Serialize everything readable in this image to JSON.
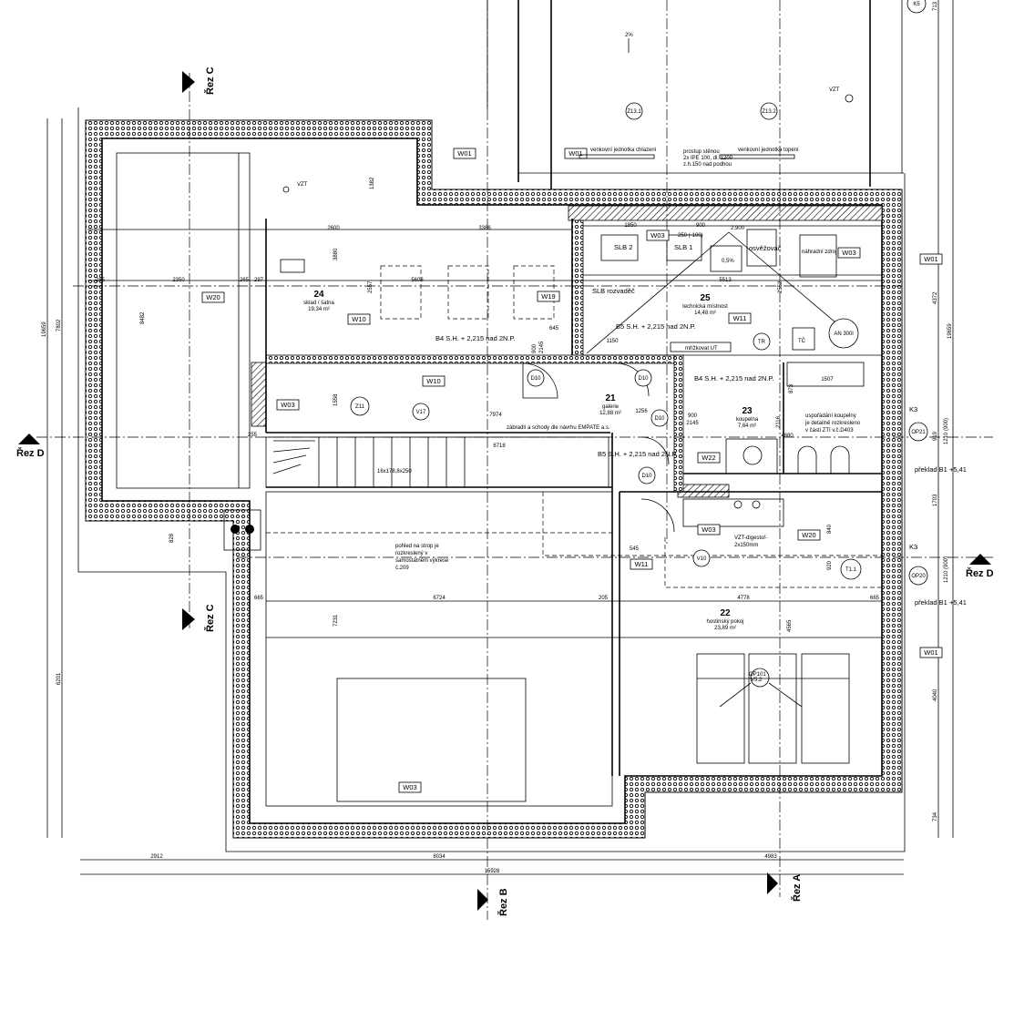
{
  "sections": {
    "c_top": "Řez C",
    "c_bottom": "Řez C",
    "d_left": "Řez D",
    "d_right": "Řez D",
    "b": "Řez B",
    "a": "Řez A"
  },
  "rooms": {
    "r24": {
      "num": "24",
      "name": "sklad / šatna",
      "area": "19,34 m²"
    },
    "r25": {
      "num": "25",
      "name": "technická místnost",
      "area": "14,48 m²"
    },
    "r21": {
      "num": "21",
      "name": "galerie",
      "area": "12,88 m²"
    },
    "r23": {
      "num": "23",
      "name": "koupelna",
      "area": "7,64 m²"
    },
    "r22": {
      "num": "22",
      "name": "hostinský pokoj",
      "area": "23,89 m²"
    }
  },
  "windows": {
    "w01_a": "W01",
    "w01_b": "W01",
    "w01_c": "W01",
    "w01_d": "W01",
    "w03_a": "W03",
    "w03_b": "W03",
    "w03_c": "W03",
    "w03_d": "W03",
    "w03_e": "W03",
    "w10_a": "W10",
    "w10_b": "W10",
    "w11_a": "W11",
    "w11_b": "W11",
    "w19": "W19",
    "w20_a": "W20",
    "w20_b": "W20",
    "w22": "W22"
  },
  "circles": {
    "z13_1": "Z13.1",
    "z13_2": "Z13.2",
    "z11": "Z11",
    "v17": "V17",
    "v10": "V10",
    "tr": "TR",
    "an300": "AN 300l",
    "op21": "OP21",
    "op20": "OP20",
    "t11": "T1.1",
    "k5": "K5",
    "d10a": "D10",
    "d10b": "D10",
    "d10c": "D10",
    "d10d": "D10"
  },
  "notes": {
    "venkovni_chlazeni": "venkovní jednotka chlazení",
    "venkovni_topeni": "venkovní jednotka topení",
    "prostup_1": "prostup stěnou",
    "prostup_2": "2x IPE 100, dl. 1200",
    "prostup_3": "z.h.150 nad podhou",
    "vzt_top": "VZT",
    "vzt_24": "VZT",
    "slb2": "SLB 2",
    "slb1": "SLB 1",
    "osvetlovac": "osvěžovač",
    "nahradni": "náhradní zdroj",
    "slb_rozvadec": "SLB rozvaděč",
    "b4_a": "B4 S.H. + 2,215 nad 2N.P.",
    "b4_b": "B4 S.H. + 2,215 nad 2N.P.",
    "b5_a": "B5 S.H. + 2,215 nad 2N.P.",
    "b5_b": "B5 S.H. + 2,215 nad 2N.P.",
    "zabradli": "zábradlí a schody dle návrhu EMPATE a.s.",
    "schodiste": "16x178,8x250",
    "pohled_1": "pohled na strop je",
    "pohled_2": "rozkreslený v",
    "pohled_3": "samostatném výkrese",
    "pohled_4": "č.209",
    "usporadani_1": "uspořádání koupelny",
    "usporadani_2": "je detailně rozkresleno",
    "usporadani_3": "v části ZTI v.č.D403",
    "prekad_1": "překlad B1 +5,41",
    "prekad_2": "překlad B1 +5,41",
    "vzt_digestor_1": "VZT-digestoř-",
    "vzt_digestor_2": "2x150mm",
    "mrizkovat": "mřížkovat UT",
    "k3_a": "K3",
    "k3_b": "K3",
    "tc": "TČ",
    "pct": "2%",
    "d_2900": "2,900",
    "op101": "OP101",
    "v52": "V5.2",
    "d_250": "250 (-100)",
    "d_05": "0,5%"
  },
  "dims": {
    "d2600": "2600",
    "d3386": "3386",
    "d1382": "1382",
    "d3880": "3880",
    "d265a": "265",
    "d2350": "2350",
    "d265b": "265",
    "d297": "297",
    "d5608": "5608",
    "d8482": "8482",
    "d2557": "2557",
    "d1850": "1850",
    "d900a": "900",
    "d5513": "5513",
    "d2552": "2552",
    "d645": "645",
    "d900b": "900",
    "d2145a": "2145",
    "d1150": "1150",
    "d1256": "1256",
    "d1507": "1507",
    "d873": "873",
    "d2116": "2116",
    "d4880": "4880",
    "d7974": "7974",
    "d6718": "6718",
    "d900c": "900",
    "d2145b": "2145",
    "d1558": "1558",
    "d255": "255",
    "d545": "545",
    "d828": "828",
    "d665a": "665",
    "d6724": "6724",
    "d205": "205",
    "d4778": "4778",
    "d665b": "665",
    "d7231": "7231",
    "d4565": "4565",
    "d840": "840",
    "d920": "920",
    "d1703": "1703",
    "d4040": "4040",
    "d734": "734",
    "d4372": "4372",
    "d19659a": "19659",
    "d19659b": "19659",
    "d7802": "7802",
    "d6201": "6201",
    "d2912": "2912",
    "d8034": "8034",
    "d4983": "4983",
    "d15928": "15928",
    "d919": "919",
    "d1210a": "1210 (900)",
    "d1210b": "1210 (900)",
    "d713": "713"
  }
}
